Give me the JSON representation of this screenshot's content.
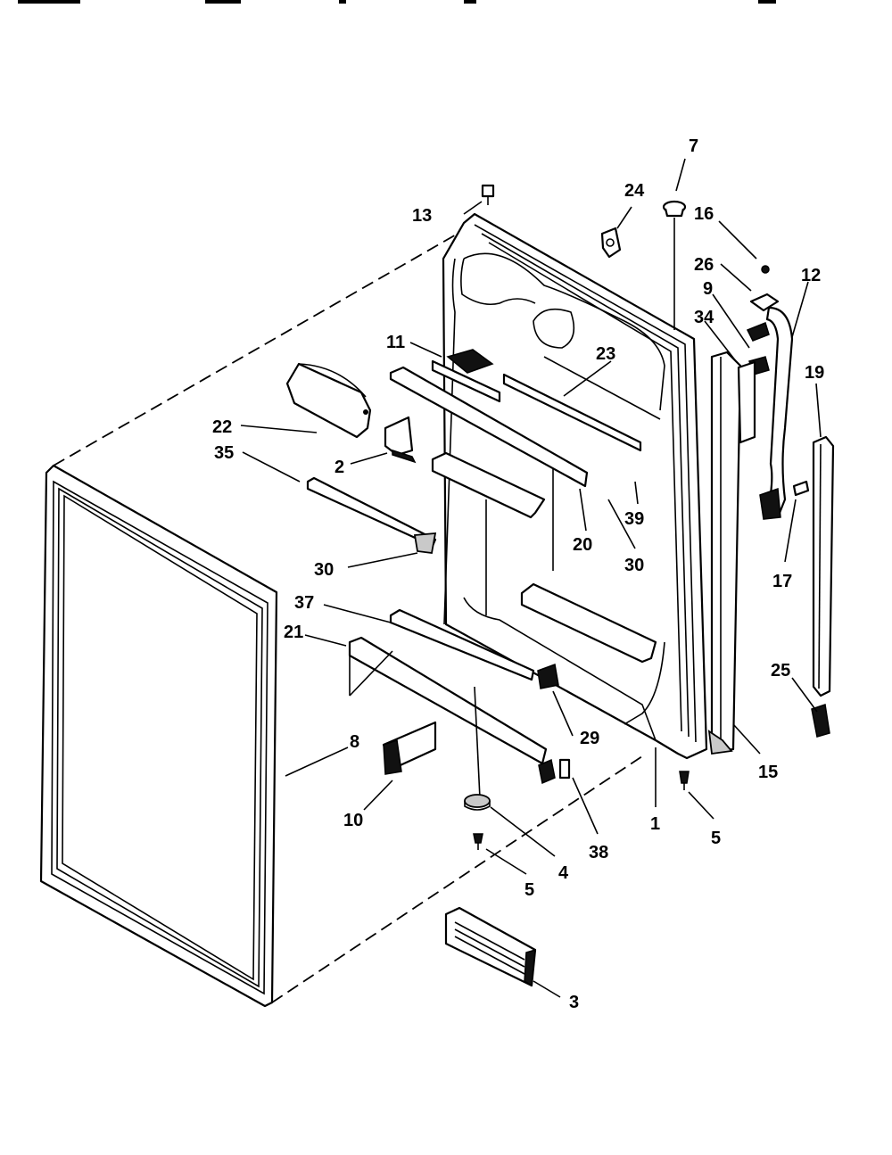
{
  "diagram": {
    "colors": {
      "ink": "#000000",
      "paper": "#ffffff",
      "shade": "#c9c9c9"
    },
    "callouts": [
      {
        "id": "13",
        "label": "13"
      },
      {
        "id": "24",
        "label": "24"
      },
      {
        "id": "7",
        "label": "7"
      },
      {
        "id": "16",
        "label": "16"
      },
      {
        "id": "26",
        "label": "26"
      },
      {
        "id": "12",
        "label": "12"
      },
      {
        "id": "9",
        "label": "9"
      },
      {
        "id": "34",
        "label": "34"
      },
      {
        "id": "19",
        "label": "19"
      },
      {
        "id": "11",
        "label": "11"
      },
      {
        "id": "23",
        "label": "23"
      },
      {
        "id": "22",
        "label": "22"
      },
      {
        "id": "35",
        "label": "35"
      },
      {
        "id": "2",
        "label": "2"
      },
      {
        "id": "39",
        "label": "39"
      },
      {
        "id": "20",
        "label": "20"
      },
      {
        "id": "30a",
        "label": "30"
      },
      {
        "id": "30b",
        "label": "30"
      },
      {
        "id": "17",
        "label": "17"
      },
      {
        "id": "37",
        "label": "37"
      },
      {
        "id": "21",
        "label": "21"
      },
      {
        "id": "25",
        "label": "25"
      },
      {
        "id": "29",
        "label": "29"
      },
      {
        "id": "8",
        "label": "8"
      },
      {
        "id": "15",
        "label": "15"
      },
      {
        "id": "10",
        "label": "10"
      },
      {
        "id": "1",
        "label": "1"
      },
      {
        "id": "5a",
        "label": "5"
      },
      {
        "id": "38",
        "label": "38"
      },
      {
        "id": "4",
        "label": "4"
      },
      {
        "id": "5b",
        "label": "5"
      },
      {
        "id": "3",
        "label": "3"
      }
    ]
  }
}
